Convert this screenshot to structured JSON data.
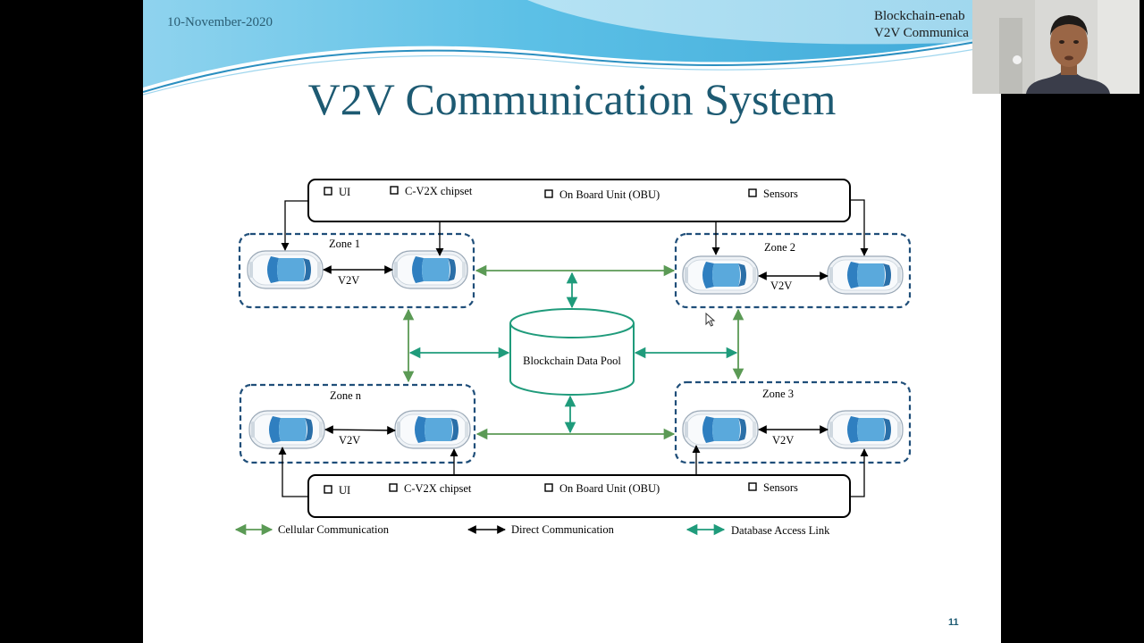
{
  "slide": {
    "date": "10-November-2020",
    "header_line1": "Blockchain-enab",
    "header_line2": "V2V Communica",
    "title": "V2V Communication System",
    "page_number": "11"
  },
  "diagram": {
    "top_bar": {
      "items": [
        "UI",
        "C-V2X chipset",
        "On Board Unit (OBU)",
        "Sensors"
      ]
    },
    "bottom_bar": {
      "items": [
        "UI",
        "C-V2X chipset",
        "On Board Unit (OBU)",
        "Sensors"
      ]
    },
    "zones": {
      "zone1": "Zone 1",
      "zone2": "Zone 2",
      "zone3": "Zone 3",
      "zonen": "Zone n"
    },
    "v2v_label": "V2V",
    "database_label": "Blockchain Data Pool",
    "legend": {
      "cellular": "Cellular Communication",
      "direct": "Direct Communication",
      "database": "Database Access Link"
    },
    "colors": {
      "cellular": "#5b9a55",
      "database": "#1f9b7b",
      "direct": "#000000",
      "zone_border": "#1f4e79"
    }
  },
  "webcam": {
    "icon": "presenter-video"
  }
}
